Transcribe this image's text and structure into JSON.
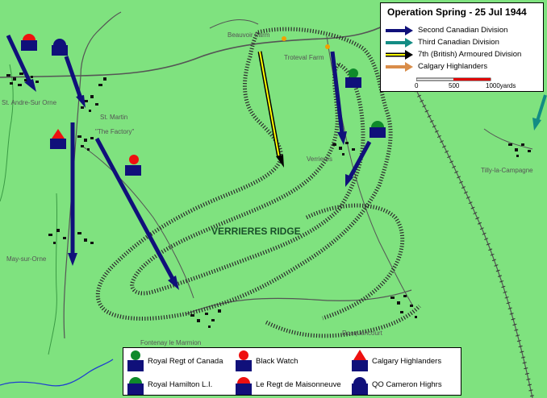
{
  "title": "Operation Spring - 25 Jul 1944",
  "legend": {
    "arrows": [
      {
        "label": "Second Canadian Division",
        "color": "#10107a"
      },
      {
        "label": "Third Canadian Division",
        "color": "#138c84"
      },
      {
        "label": "7th (British) Armoured Division",
        "color": "#ffff00"
      },
      {
        "label": "Calgary Highlanders",
        "color": "#d98d4a"
      }
    ],
    "scale": {
      "t0": "0",
      "t1": "500",
      "t2": "1000yards"
    }
  },
  "places": {
    "beauvoir": "Beauvoir Farm",
    "troteval": "Troteval Farm",
    "st_andre": "St. Andre-Sur Orne",
    "st_martin": "St. Martin",
    "factory": "\"The Factory\"",
    "verrieres": "Verrieres",
    "tilly": "Tilly-la-Campagne",
    "may": "May-sur-Orne",
    "fontenay": "Fontenay le Marmion",
    "rocquancourt": "Rocquancourt",
    "ridge": "VERRIERES RIDGE"
  },
  "units": [
    {
      "label": "Royal Regt of Canada",
      "symbol": "green-circle"
    },
    {
      "label": "Black Watch",
      "symbol": "red-circle"
    },
    {
      "label": "Calgary Highlanders",
      "symbol": "red-triangle"
    },
    {
      "label": "Royal Hamilton L.I.",
      "symbol": "green-semicircle"
    },
    {
      "label": "Le Regt de Maisonneuve",
      "symbol": "red-semicircle"
    },
    {
      "label": "QO Cameron Highrs",
      "symbol": "blue-semicircle"
    }
  ],
  "colors": {
    "terrain": "#7fe27f",
    "road": "#5a5a5a",
    "river": "#1f3fd0",
    "unit_box": "#10107a",
    "green": "#0f8a2b",
    "red": "#ee1010"
  }
}
